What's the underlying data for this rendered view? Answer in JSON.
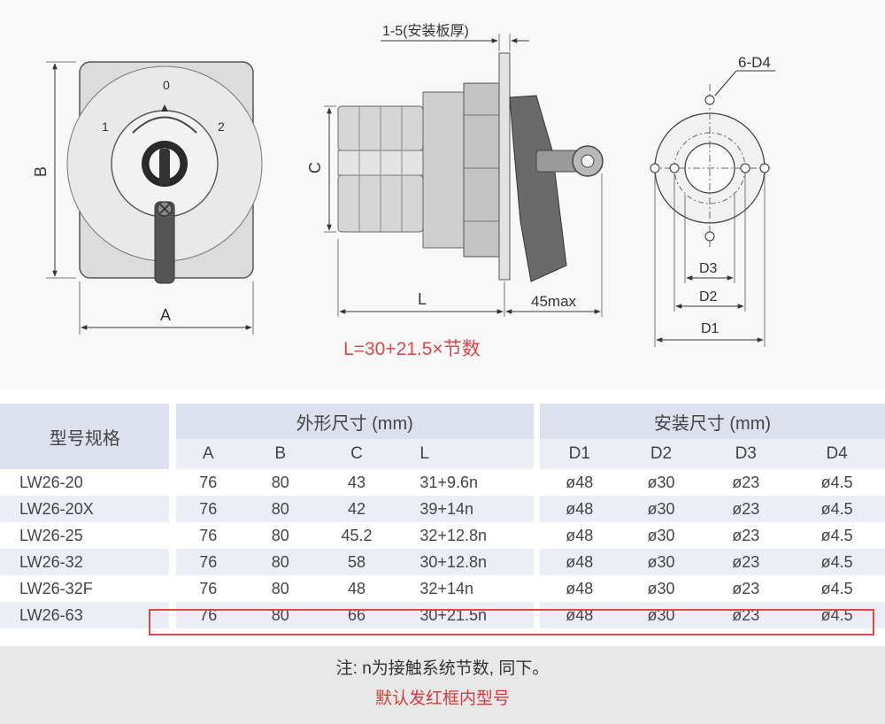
{
  "drawing": {
    "front_view": {
      "positions": [
        "0",
        "1",
        "2"
      ],
      "dim_width": "A",
      "dim_height": "B"
    },
    "side_view": {
      "dim_height": "C",
      "dim_length": "L",
      "dim_panel": "1-5(安装板厚)",
      "dim_handle": "45max"
    },
    "mount_view": {
      "dim_holes": "6-D4",
      "dim_d3": "D3",
      "dim_d2": "D2",
      "dim_d1": "D1"
    },
    "formula": "L=30+21.5×节数"
  },
  "table": {
    "model_header": "型号规格",
    "outline_header": "外形尺寸 (mm)",
    "mount_header": "安装尺寸 (mm)",
    "columns": [
      "A",
      "B",
      "C",
      "L",
      "D1",
      "D2",
      "D3",
      "D4"
    ],
    "rows": [
      {
        "model": "LW26-20",
        "A": "76",
        "B": "80",
        "C": "43",
        "L": "31+9.6n",
        "D1": "ø48",
        "D2": "ø30",
        "D3": "ø23",
        "D4": "ø4.5"
      },
      {
        "model": "LW26-20X",
        "A": "76",
        "B": "80",
        "C": "42",
        "L": "39+14n",
        "D1": "ø48",
        "D2": "ø30",
        "D3": "ø23",
        "D4": "ø4.5"
      },
      {
        "model": "LW26-25",
        "A": "76",
        "B": "80",
        "C": "45.2",
        "L": "32+12.8n",
        "D1": "ø48",
        "D2": "ø30",
        "D3": "ø23",
        "D4": "ø4.5"
      },
      {
        "model": "LW26-32",
        "A": "76",
        "B": "80",
        "C": "58",
        "L": "30+12.8n",
        "D1": "ø48",
        "D2": "ø30",
        "D3": "ø23",
        "D4": "ø4.5"
      },
      {
        "model": "LW26-32F",
        "A": "76",
        "B": "80",
        "C": "48",
        "L": "32+14n",
        "D1": "ø48",
        "D2": "ø30",
        "D3": "ø23",
        "D4": "ø4.5"
      },
      {
        "model": "LW26-63",
        "A": "76",
        "B": "80",
        "C": "66",
        "L": "30+21.5n",
        "D1": "ø48",
        "D2": "ø30",
        "D3": "ø23",
        "D4": "ø4.5"
      }
    ],
    "highlight_color": "#d9484e"
  },
  "notes": {
    "line1": "注: n为接触系统节数, 同下。",
    "line2": "默认发红框内型号"
  }
}
